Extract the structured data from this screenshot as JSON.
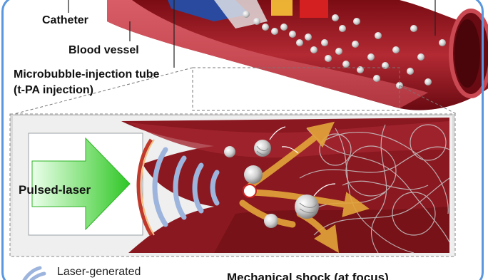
{
  "labels": {
    "catheter": "Catheter",
    "blood_vessel": "Blood vessel",
    "tube_line1": "Microbubble-injection tube",
    "tube_line2": "(t-PA injection)",
    "pulsed_laser": "Pulsed-laser",
    "legend_laser_generated": "Laser-generated",
    "mechanical_shock": "Mechanical shock (at focus)"
  },
  "colors": {
    "frame": "#5a97df",
    "vessel": "#9a1a22",
    "laser_arrow": "#33cc2a",
    "waves": "#9db4dd",
    "shock_arrows": "#e3a53a"
  }
}
